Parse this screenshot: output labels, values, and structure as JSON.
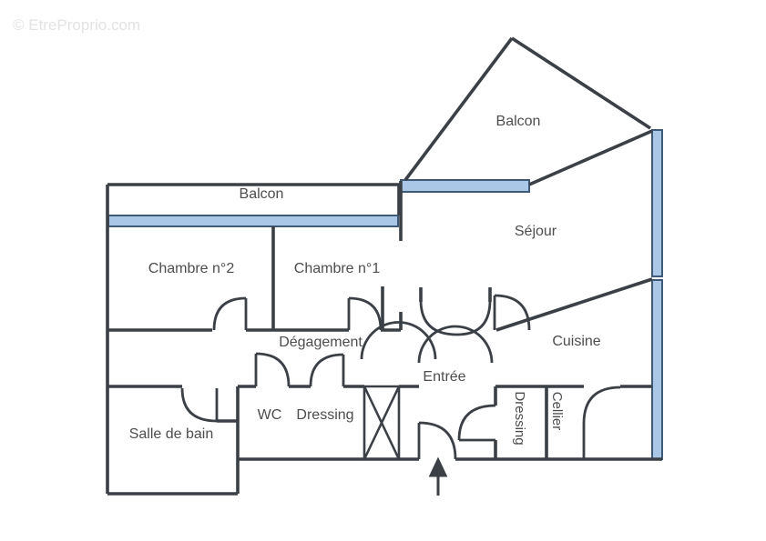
{
  "watermark": "© EtreProprio.com",
  "colors": {
    "wall": "#3b4046",
    "window_fill": "#abc7e8",
    "window_stroke": "#3f5a76",
    "label": "#4d4d4d",
    "watermark": "#e3e3e3",
    "background": "#ffffff"
  },
  "rooms": {
    "balcon_top": "Balcon",
    "balcon_left": "Balcon",
    "sejour": "Séjour",
    "chambre2": "Chambre n°2",
    "chambre1": "Chambre n°1",
    "degagement": "Dégagement",
    "cuisine": "Cuisine",
    "entree": "Entrée",
    "wc": "WC",
    "dressing_corridor": "Dressing",
    "dressing_entree": "Dressing",
    "cellier": "Cellier",
    "salle_de_bain": "Salle de bain"
  },
  "icons": {
    "entrance_arrow": "up-arrow",
    "shaft_box": "crossed-box",
    "windows": [
      "balcony-left-window",
      "balcony-top-window",
      "sejour-window",
      "cuisine-window"
    ]
  }
}
